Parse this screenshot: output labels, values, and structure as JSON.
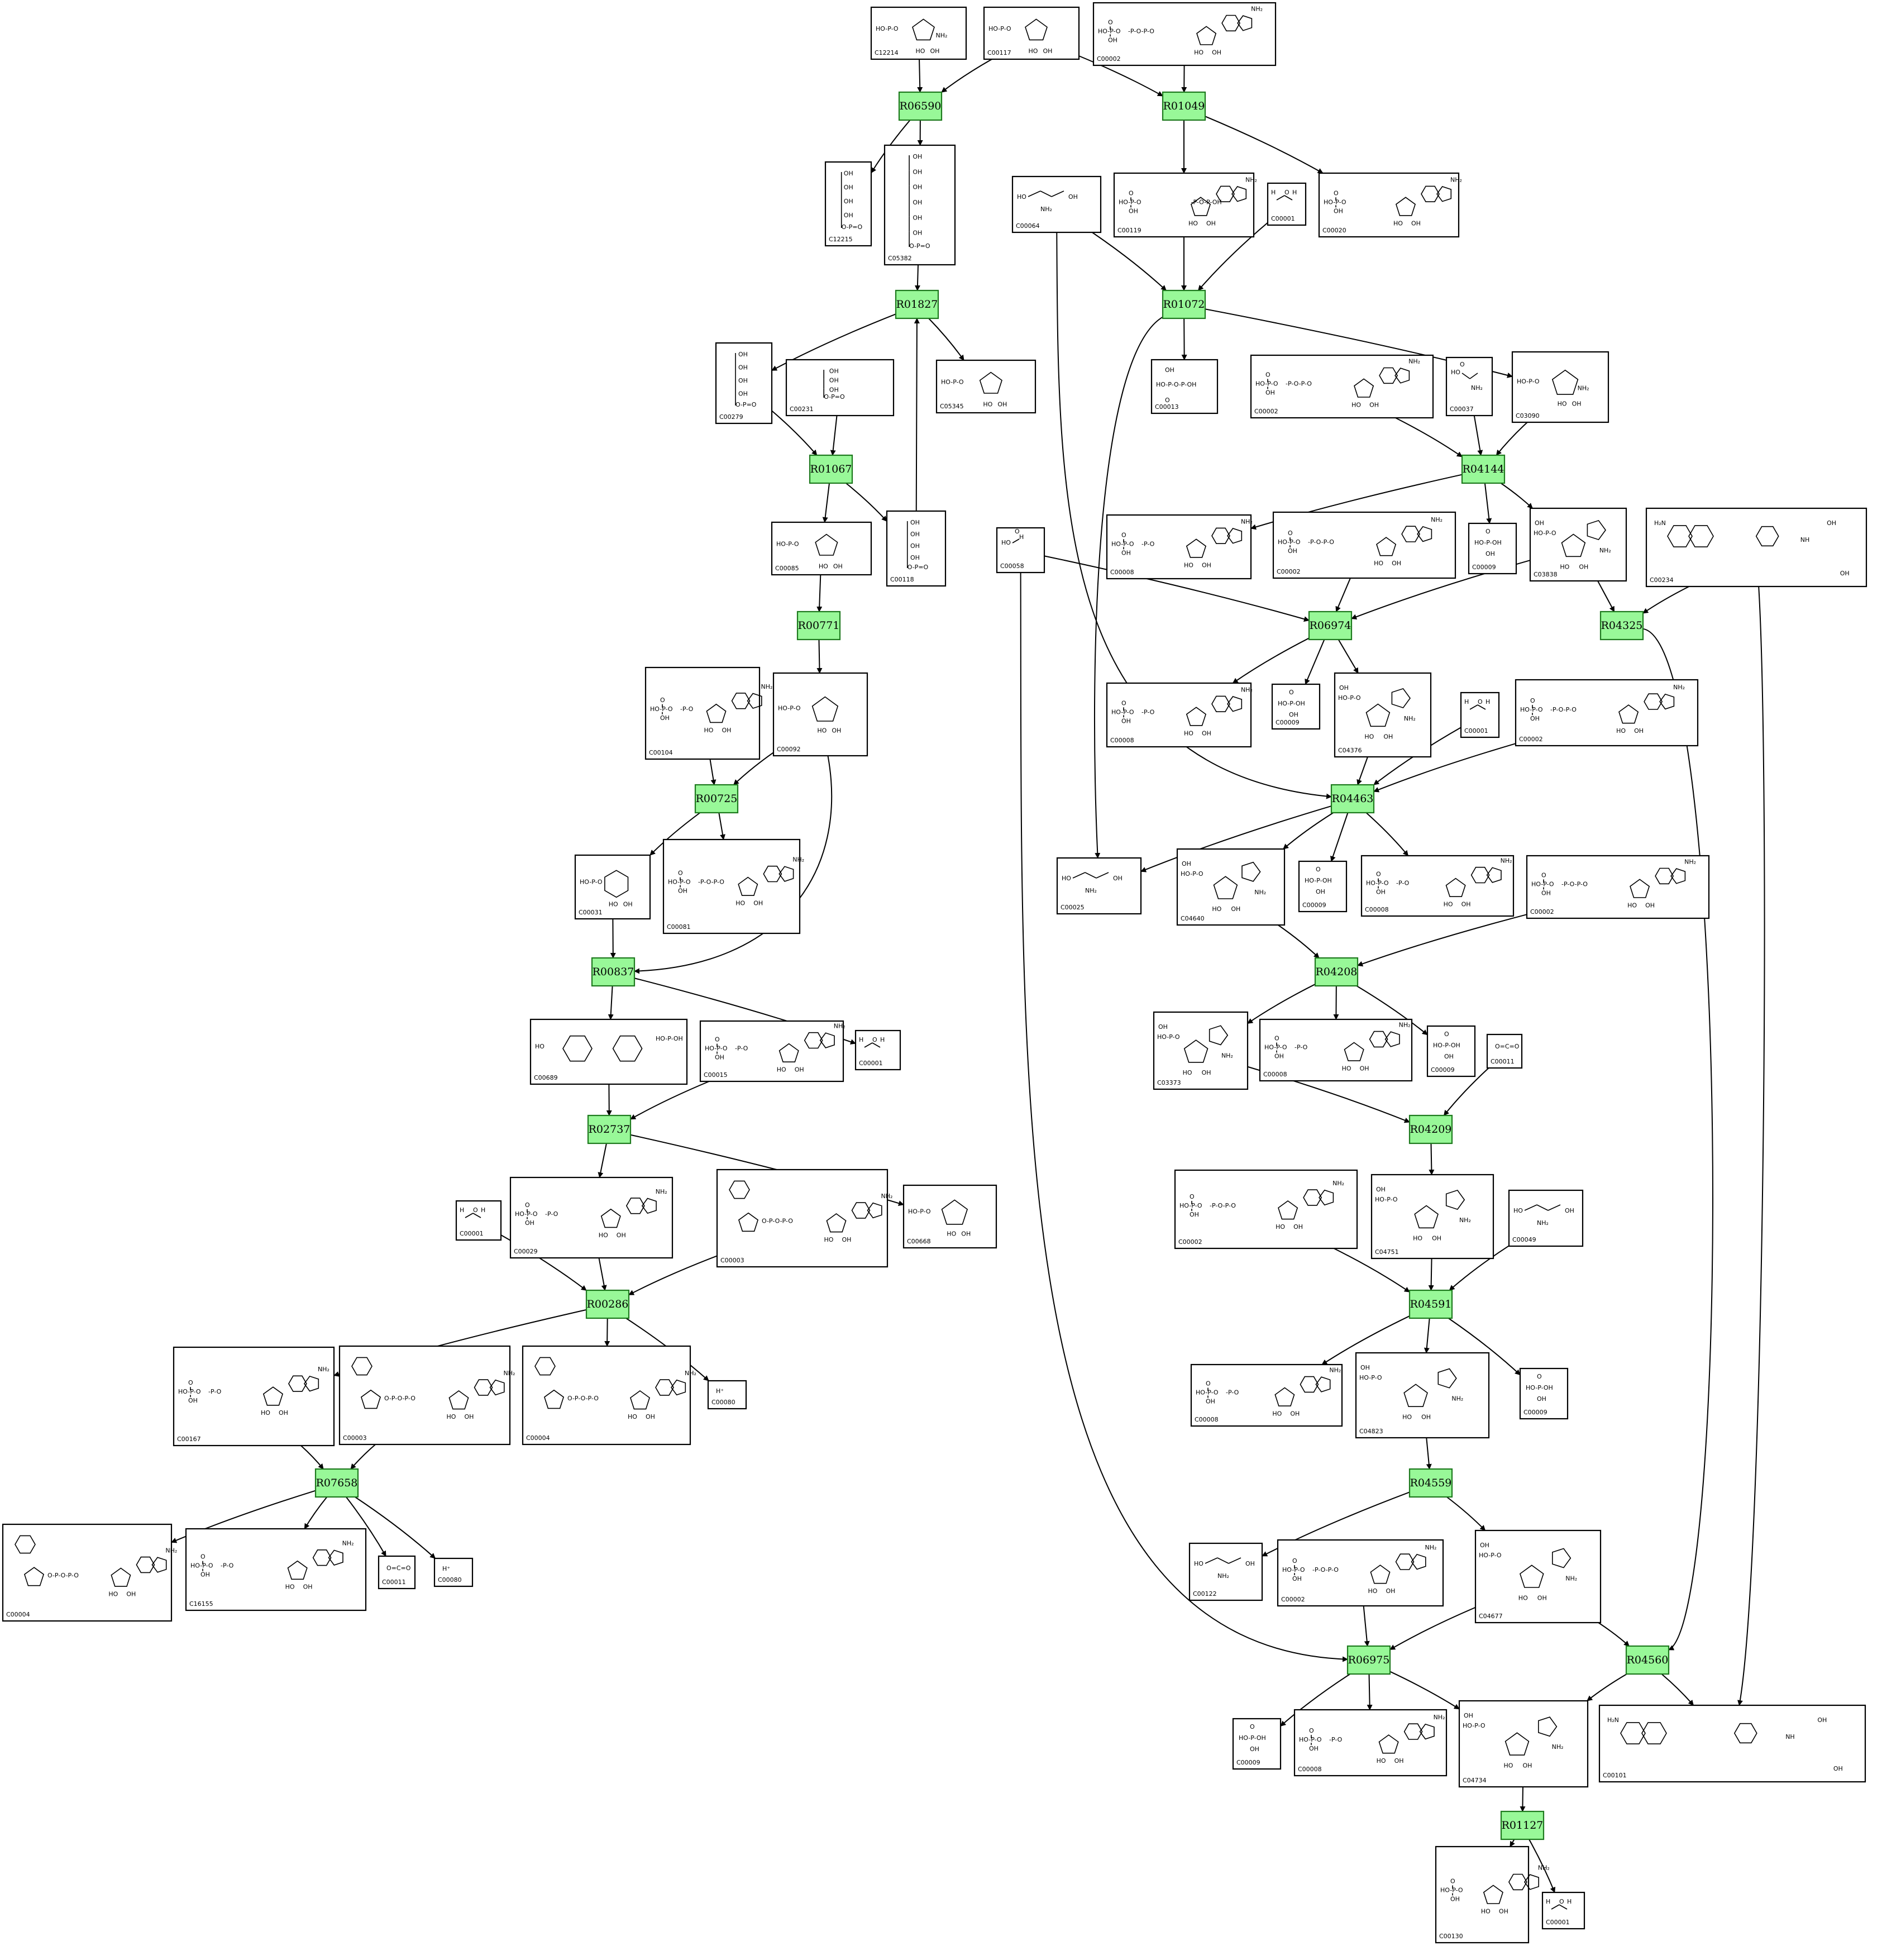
{
  "theme": {
    "reaction_fill": "#98f898",
    "reaction_stroke": "#1e7a1e",
    "compound_stroke": "#000000",
    "edge_color": "#000000"
  },
  "reactions": [
    "R06590",
    "R01049",
    "R01827",
    "R01072",
    "R01067",
    "R04144",
    "R00771",
    "R06974",
    "R04325",
    "R00725",
    "R04463",
    "R00837",
    "R04208",
    "R02737",
    "R04209",
    "R00286",
    "R04591",
    "R07658",
    "R04559",
    "R06975",
    "R04560",
    "R01127"
  ],
  "compounds": [
    {
      "id": "C12214",
      "kind": "nh2_sugar_phosphate"
    },
    {
      "id": "C00117",
      "kind": "sugar_phosphate"
    },
    {
      "id": "C00002",
      "kind": "atp"
    },
    {
      "id": "C12215",
      "kind": "chain_short"
    },
    {
      "id": "C05382",
      "kind": "chain_long"
    },
    {
      "id": "C00064",
      "kind": "amino_chain"
    },
    {
      "id": "C00119",
      "kind": "prpp"
    },
    {
      "id": "C00001",
      "kind": "water"
    },
    {
      "id": "C00020",
      "kind": "amp"
    },
    {
      "id": "C00279",
      "kind": "chain_short"
    },
    {
      "id": "C00231",
      "kind": "chain_medium"
    },
    {
      "id": "C05345",
      "kind": "sugar_phosphate"
    },
    {
      "id": "C00013",
      "kind": "ppi"
    },
    {
      "id": "C00002",
      "kind": "atp"
    },
    {
      "id": "C00037",
      "kind": "glycine"
    },
    {
      "id": "C03090",
      "kind": "nh2_sugar_phosphate"
    },
    {
      "id": "C00085",
      "kind": "sugar_phosphate"
    },
    {
      "id": "C00118",
      "kind": "chain_short"
    },
    {
      "id": "C00008",
      "kind": "adp"
    },
    {
      "id": "C00002",
      "kind": "atp"
    },
    {
      "id": "C00009",
      "kind": "phosphate"
    },
    {
      "id": "C03838",
      "kind": "amide_sugar"
    },
    {
      "id": "C00234",
      "kind": "folate"
    },
    {
      "id": "C00058",
      "kind": "formate"
    },
    {
      "id": "C00104",
      "kind": "nucleotide_diphosphate"
    },
    {
      "id": "C00092",
      "kind": "sugar_phosphate"
    },
    {
      "id": "C00008",
      "kind": "adp"
    },
    {
      "id": "C00009",
      "kind": "phosphate"
    },
    {
      "id": "C04376",
      "kind": "amide_sugar"
    },
    {
      "id": "C00001",
      "kind": "water"
    },
    {
      "id": "C00002",
      "kind": "atp"
    },
    {
      "id": "C00031",
      "kind": "glucose"
    },
    {
      "id": "C00081",
      "kind": "nucleotide_triphosphate"
    },
    {
      "id": "C00025",
      "kind": "amino_chain"
    },
    {
      "id": "C04640",
      "kind": "amide_sugar"
    },
    {
      "id": "C00009",
      "kind": "phosphate"
    },
    {
      "id": "C00008",
      "kind": "adp"
    },
    {
      "id": "C00002",
      "kind": "atp"
    },
    {
      "id": "C00689",
      "kind": "disaccharide"
    },
    {
      "id": "C00015",
      "kind": "nucleotide_diphosphate"
    },
    {
      "id": "C00001",
      "kind": "water"
    },
    {
      "id": "C03373",
      "kind": "imidazole_ribotide"
    },
    {
      "id": "C00008",
      "kind": "adp"
    },
    {
      "id": "C00009",
      "kind": "phosphate"
    },
    {
      "id": "C00011",
      "kind": "co2"
    },
    {
      "id": "C00001",
      "kind": "water"
    },
    {
      "id": "C00029",
      "kind": "udp_sugar"
    },
    {
      "id": "C00003",
      "kind": "nad"
    },
    {
      "id": "C00668",
      "kind": "sugar_phosphate"
    },
    {
      "id": "C00002",
      "kind": "atp"
    },
    {
      "id": "C04751",
      "kind": "imidazole_ribotide"
    },
    {
      "id": "C00049",
      "kind": "amino_chain"
    },
    {
      "id": "C00167",
      "kind": "udp_sugar"
    },
    {
      "id": "C00003",
      "kind": "nad"
    },
    {
      "id": "C00004",
      "kind": "nad"
    },
    {
      "id": "C00080",
      "kind": "proton"
    },
    {
      "id": "C00008",
      "kind": "adp"
    },
    {
      "id": "C04823",
      "kind": "saicar"
    },
    {
      "id": "C00009",
      "kind": "phosphate"
    },
    {
      "id": "C00004",
      "kind": "nad"
    },
    {
      "id": "C16155",
      "kind": "udp_sugar"
    },
    {
      "id": "C00011",
      "kind": "co2"
    },
    {
      "id": "C00080",
      "kind": "proton"
    },
    {
      "id": "C00122",
      "kind": "amino_chain"
    },
    {
      "id": "C00002",
      "kind": "atp"
    },
    {
      "id": "C04677",
      "kind": "imidazole_ribotide"
    },
    {
      "id": "C00009",
      "kind": "phosphate"
    },
    {
      "id": "C00008",
      "kind": "adp"
    },
    {
      "id": "C04734",
      "kind": "imidazole_ribotide"
    },
    {
      "id": "C00101",
      "kind": "folate"
    },
    {
      "id": "C00130",
      "kind": "nucleotide_monophosphate"
    },
    {
      "id": "C00001",
      "kind": "water"
    }
  ]
}
